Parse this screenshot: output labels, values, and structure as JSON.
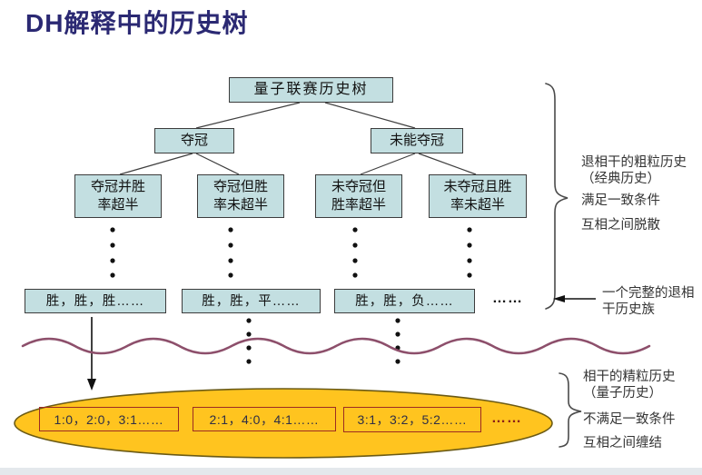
{
  "title": "DH解释中的历史树",
  "tree": {
    "root": "量子联赛历史树",
    "level2": [
      "夺冠",
      "未能夺冠"
    ],
    "level3": [
      [
        "夺冠并胜",
        "率超半"
      ],
      [
        "夺冠但胜",
        "率未超半"
      ],
      [
        "未夺冠但",
        "胜率超半"
      ],
      [
        "未夺冠且胜",
        "率未超半"
      ]
    ],
    "leaves": [
      "胜，胜，胜……",
      "胜，胜，平……",
      "胜，胜，负……"
    ],
    "leaf_ellipsis": "……"
  },
  "ellipse": {
    "boxes": [
      "1:0，2:0，3:1……",
      "2:1，4:0，4:1……",
      "3:1，3:2，5:2……"
    ],
    "ellipsis": "……"
  },
  "annotations": {
    "classical": {
      "lines": [
        "退相干的粗粒历史",
        "（经典历史）",
        "满足一致条件",
        "互相之间脱散"
      ]
    },
    "family": {
      "line1": "一个完整的退相",
      "line2": "干历史族"
    },
    "quantum": {
      "lines": [
        "相干的精粒历史",
        "（量子历史）",
        "不满足一致条件",
        "互相之间缠结"
      ]
    }
  },
  "colors": {
    "title": "#2b2973",
    "boxFill": "#c3dfe1",
    "boxBorder": "#3c3c3c",
    "line": "#3f3f3f",
    "wavy": "#8d4f6b",
    "ellipseFill": "#ffc41f",
    "ellipseBorder": "#6b5a14",
    "redBorder": "#9c2b22",
    "redText": "#2e2e46",
    "redEllipsis": "#8b1f17",
    "textDark": "#333333"
  }
}
